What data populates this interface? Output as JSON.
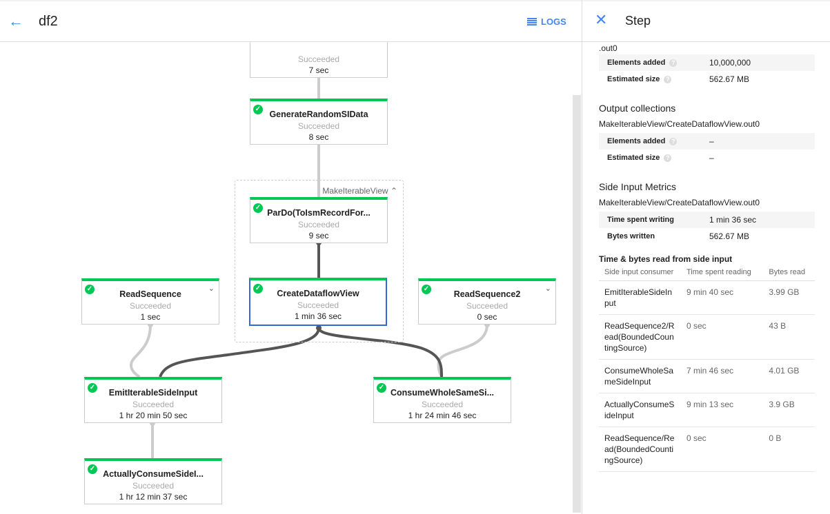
{
  "header": {
    "title": "df2",
    "logs_label": "LOGS"
  },
  "graph": {
    "group_label": "MakeIterableView",
    "nodes": {
      "top": {
        "status": "Succeeded",
        "time": "7 sec"
      },
      "gen": {
        "name": "GenerateRandomSIData",
        "status": "Succeeded",
        "time": "8 sec"
      },
      "pardo": {
        "name": "ParDo(ToIsmRecordFor...",
        "status": "Succeeded",
        "time": "9 sec"
      },
      "create": {
        "name": "CreateDataflowView",
        "status": "Succeeded",
        "time": "1 min 36 sec"
      },
      "read1": {
        "name": "ReadSequence",
        "status": "Succeeded",
        "time": "1 sec"
      },
      "read2": {
        "name": "ReadSequence2",
        "status": "Succeeded",
        "time": "0 sec"
      },
      "emit": {
        "name": "EmitIterableSideInput",
        "status": "Succeeded",
        "time": "1 hr 20 min 50 sec"
      },
      "consume": {
        "name": "ConsumeWholeSameSi...",
        "status": "Succeeded",
        "time": "1 hr 24 min 46 sec"
      },
      "actually": {
        "name": "ActuallyConsumeSideI...",
        "status": "Succeeded",
        "time": "1 hr 12 min 37 sec"
      }
    },
    "colors": {
      "success": "#00c853",
      "selected": "#3367d6",
      "edge_active": "#555555",
      "edge": "#cccccc"
    }
  },
  "panel": {
    "title": "Step",
    "input_tail": ".out0",
    "input_metrics": [
      {
        "k": "Elements added",
        "v": "10,000,000"
      },
      {
        "k": "Estimated size",
        "v": "562.67 MB"
      }
    ],
    "output_heading": "Output collections",
    "output_name": "MakeIterableView/CreateDataflowView.out0",
    "output_metrics": [
      {
        "k": "Elements added",
        "v": "–"
      },
      {
        "k": "Estimated size",
        "v": "–"
      }
    ],
    "side_heading": "Side Input Metrics",
    "side_name": "MakeIterableView/CreateDataflowView.out0",
    "side_metrics": [
      {
        "k": "Time spent writing",
        "v": "1 min 36 sec"
      },
      {
        "k": "Bytes written",
        "v": "562.67 MB"
      }
    ],
    "read_heading": "Time & bytes read from side input",
    "columns": [
      "Side input consumer",
      "Time spent reading",
      "Bytes read"
    ],
    "rows": [
      [
        "EmitIterableSideInput",
        "9 min 40 sec",
        "3.99 GB"
      ],
      [
        "ReadSequence2/Read(BoundedCountingSource)",
        "0 sec",
        "43 B"
      ],
      [
        "ConsumeWholeSameSideInput",
        "7 min 46 sec",
        "4.01 GB"
      ],
      [
        "ActuallyConsumeSideInput",
        "9 min 13 sec",
        "3.9 GB"
      ],
      [
        "ReadSequence/Read(BoundedCountingSource)",
        "0 sec",
        "0 B"
      ]
    ]
  }
}
